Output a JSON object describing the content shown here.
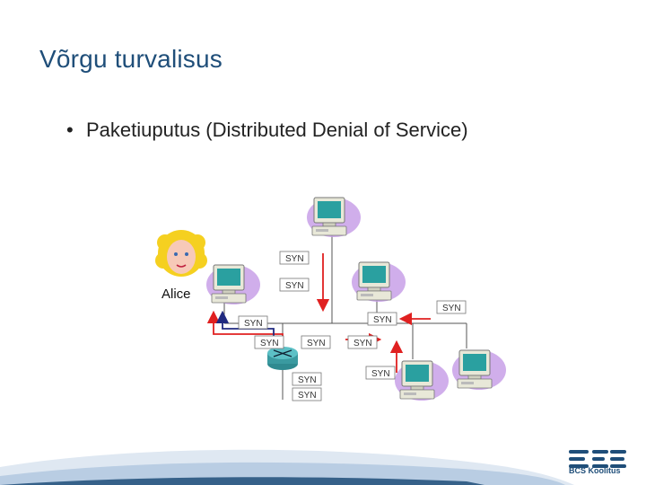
{
  "slide": {
    "title": "Võrgu turvalisus",
    "bullet": "Paketiuputus (Distributed Denial of Service)",
    "bullet_symbol": "•"
  },
  "diagram": {
    "person_label": "Alice",
    "packet_label": "SYN",
    "colors": {
      "arrow_red": "#e02020",
      "arrow_blue": "#202a80",
      "monitor_body": "#e8e8d8",
      "screen": "#2aa0a0",
      "blob": "#c8a0e8",
      "router": "#3a9aa0"
    }
  },
  "logo": {
    "text": "BCS Koolitus",
    "color": "#1f4e79"
  }
}
